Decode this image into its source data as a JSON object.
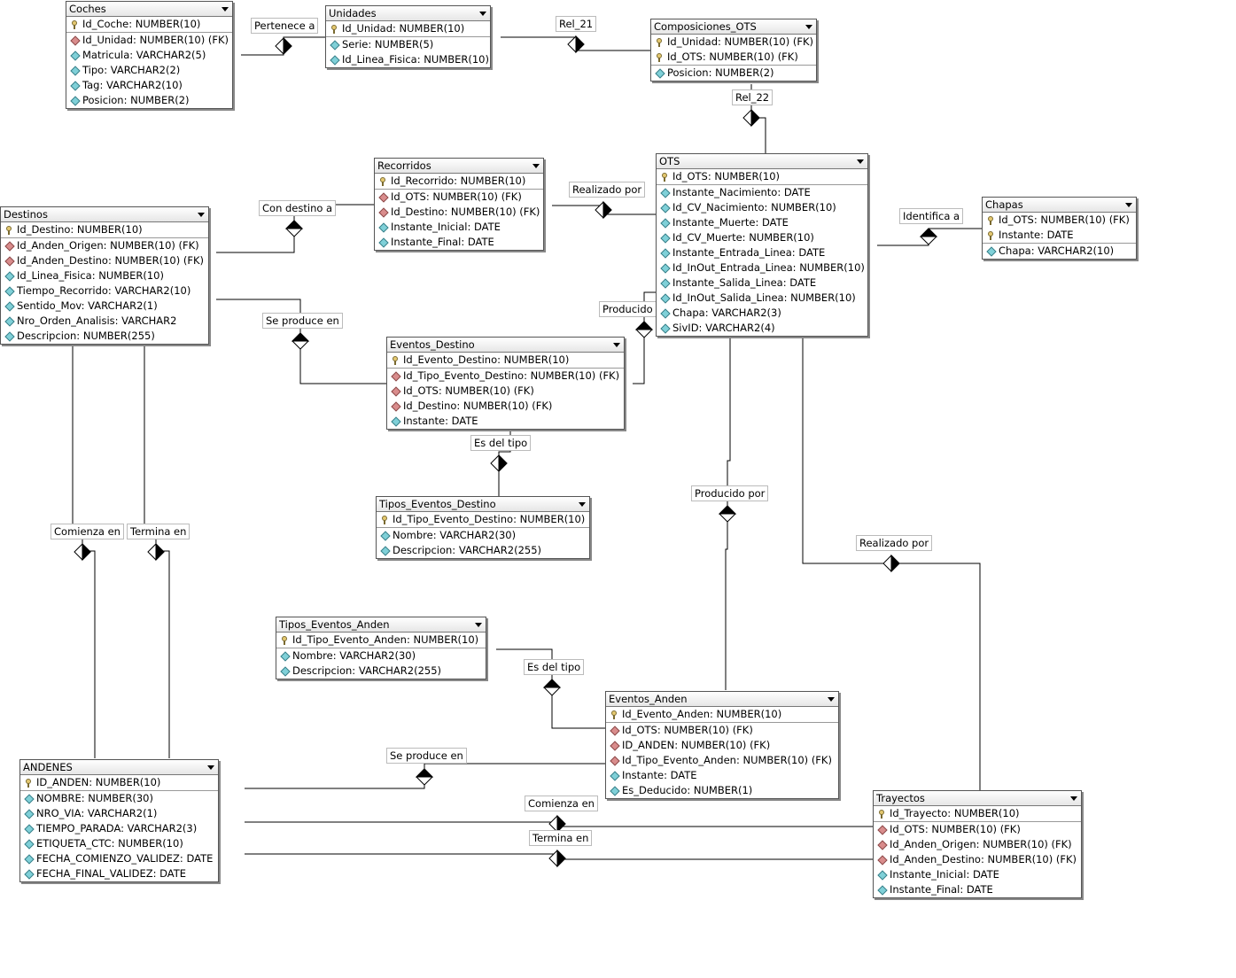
{
  "tables": {
    "coches": {
      "title": "Coches",
      "rows": [
        {
          "kind": "key",
          "text": "Id_Coche: NUMBER(10)"
        },
        {
          "kind": "fk",
          "text": "Id_Unidad: NUMBER(10) (FK)"
        },
        {
          "kind": "col",
          "text": "Matricula: VARCHAR2(5)"
        },
        {
          "kind": "col",
          "text": "Tipo: VARCHAR2(2)"
        },
        {
          "kind": "col",
          "text": "Tag: VARCHAR2(10)"
        },
        {
          "kind": "col",
          "text": "Posicion: NUMBER(2)"
        }
      ]
    },
    "unidades": {
      "title": "Unidades",
      "rows": [
        {
          "kind": "key",
          "text": "Id_Unidad: NUMBER(10)"
        },
        {
          "kind": "col",
          "text": "Serie: NUMBER(5)"
        },
        {
          "kind": "col",
          "text": "Id_Linea_Fisica: NUMBER(10)"
        }
      ]
    },
    "composiciones": {
      "title": "Composiciones_OTS",
      "rows": [
        {
          "kind": "key",
          "text": "Id_Unidad: NUMBER(10) (FK)"
        },
        {
          "kind": "key",
          "text": "Id_OTS: NUMBER(10) (FK)"
        },
        {
          "kind": "col",
          "text": "Posicion: NUMBER(2)"
        }
      ]
    },
    "recorridos": {
      "title": "Recorridos",
      "rows": [
        {
          "kind": "key",
          "text": "Id_Recorrido: NUMBER(10)"
        },
        {
          "kind": "fk",
          "text": "Id_OTS: NUMBER(10) (FK)"
        },
        {
          "kind": "fk",
          "text": "Id_Destino: NUMBER(10) (FK)"
        },
        {
          "kind": "col",
          "text": "Instante_Inicial: DATE"
        },
        {
          "kind": "col",
          "text": "Instante_Final: DATE"
        }
      ]
    },
    "ots": {
      "title": "OTS",
      "rows": [
        {
          "kind": "key",
          "text": "Id_OTS: NUMBER(10)"
        },
        {
          "kind": "col",
          "text": "Instante_Nacimiento: DATE"
        },
        {
          "kind": "col",
          "text": "Id_CV_Nacimiento: NUMBER(10)"
        },
        {
          "kind": "col",
          "text": "Instante_Muerte: DATE"
        },
        {
          "kind": "col",
          "text": "Id_CV_Muerte: NUMBER(10)"
        },
        {
          "kind": "col",
          "text": "Instante_Entrada_Linea: DATE"
        },
        {
          "kind": "col",
          "text": "Id_InOut_Entrada_Linea: NUMBER(10)"
        },
        {
          "kind": "col",
          "text": "Instante_Salida_Linea: DATE"
        },
        {
          "kind": "col",
          "text": "Id_InOut_Salida_Linea: NUMBER(10)"
        },
        {
          "kind": "col",
          "text": "Chapa: VARCHAR2(3)"
        },
        {
          "kind": "col",
          "text": "SivID: VARCHAR2(4)"
        }
      ]
    },
    "chapas": {
      "title": "Chapas",
      "rows": [
        {
          "kind": "key",
          "text": "Id_OTS: NUMBER(10) (FK)"
        },
        {
          "kind": "key",
          "text": "Instante: DATE"
        },
        {
          "kind": "col",
          "text": "Chapa: VARCHAR2(10)"
        }
      ]
    },
    "destinos": {
      "title": "Destinos",
      "rows": [
        {
          "kind": "key",
          "text": "Id_Destino: NUMBER(10)"
        },
        {
          "kind": "fk",
          "text": "Id_Anden_Origen: NUMBER(10) (FK)"
        },
        {
          "kind": "fk",
          "text": "Id_Anden_Destino: NUMBER(10) (FK)"
        },
        {
          "kind": "col",
          "text": "Id_Linea_Fisica: NUMBER(10)"
        },
        {
          "kind": "col",
          "text": "Tiempo_Recorrido: VARCHAR2(10)"
        },
        {
          "kind": "col",
          "text": "Sentido_Mov: VARCHAR2(1)"
        },
        {
          "kind": "col",
          "text": "Nro_Orden_Analisis: VARCHAR2"
        },
        {
          "kind": "col",
          "text": "Descripcion: NUMBER(255)"
        }
      ]
    },
    "eventos_destino": {
      "title": "Eventos_Destino",
      "rows": [
        {
          "kind": "key",
          "text": "Id_Evento_Destino: NUMBER(10)"
        },
        {
          "kind": "fk",
          "text": "Id_Tipo_Evento_Destino: NUMBER(10) (FK)"
        },
        {
          "kind": "fk",
          "text": "Id_OTS: NUMBER(10) (FK)"
        },
        {
          "kind": "fk",
          "text": "Id_Destino: NUMBER(10) (FK)"
        },
        {
          "kind": "col",
          "text": "Instante: DATE"
        }
      ]
    },
    "tipos_eventos_destino": {
      "title": "Tipos_Eventos_Destino",
      "rows": [
        {
          "kind": "key",
          "text": "Id_Tipo_Evento_Destino: NUMBER(10)"
        },
        {
          "kind": "col",
          "text": "Nombre: VARCHAR2(30)"
        },
        {
          "kind": "col",
          "text": "Descripcion: VARCHAR2(255)"
        }
      ]
    },
    "tipos_eventos_anden": {
      "title": "Tipos_Eventos_Anden",
      "rows": [
        {
          "kind": "key",
          "text": "Id_Tipo_Evento_Anden: NUMBER(10)"
        },
        {
          "kind": "col",
          "text": "Nombre: VARCHAR2(30)"
        },
        {
          "kind": "col",
          "text": "Descripcion: VARCHAR2(255)"
        }
      ]
    },
    "eventos_anden": {
      "title": "Eventos_Anden",
      "rows": [
        {
          "kind": "key",
          "text": "Id_Evento_Anden: NUMBER(10)"
        },
        {
          "kind": "fk",
          "text": "Id_OTS: NUMBER(10) (FK)"
        },
        {
          "kind": "fk",
          "text": "ID_ANDEN: NUMBER(10) (FK)"
        },
        {
          "kind": "fk",
          "text": "Id_Tipo_Evento_Anden: NUMBER(10) (FK)"
        },
        {
          "kind": "col",
          "text": "Instante: DATE"
        },
        {
          "kind": "col",
          "text": "Es_Deducido: NUMBER(1)"
        }
      ]
    },
    "andenes": {
      "title": "ANDENES",
      "rows": [
        {
          "kind": "key",
          "text": "ID_ANDEN: NUMBER(10)"
        },
        {
          "kind": "col",
          "text": "NOMBRE: NUMBER(30)"
        },
        {
          "kind": "col",
          "text": "NRO_VIA: VARCHAR2(1)"
        },
        {
          "kind": "col",
          "text": "TIEMPO_PARADA: VARCHAR2(3)"
        },
        {
          "kind": "col",
          "text": "ETIQUETA_CTC: NUMBER(10)"
        },
        {
          "kind": "col",
          "text": "FECHA_COMIENZO_VALIDEZ: DATE"
        },
        {
          "kind": "col",
          "text": "FECHA_FINAL_VALIDEZ: DATE"
        }
      ]
    },
    "trayectos": {
      "title": "Trayectos",
      "rows": [
        {
          "kind": "key",
          "text": "Id_Trayecto: NUMBER(10)"
        },
        {
          "kind": "fk",
          "text": "Id_OTS: NUMBER(10) (FK)"
        },
        {
          "kind": "fk",
          "text": "Id_Anden_Origen: NUMBER(10) (FK)"
        },
        {
          "kind": "fk",
          "text": "Id_Anden_Destino: NUMBER(10) (FK)"
        },
        {
          "kind": "col",
          "text": "Instante_Inicial: DATE"
        },
        {
          "kind": "col",
          "text": "Instante_Final: DATE"
        }
      ]
    }
  },
  "relations": {
    "pertenece_a": "Pertenece a",
    "rel_21": "Rel_21",
    "rel_22": "Rel_22",
    "con_destino_a": "Con destino a",
    "realizado_por_1": "Realizado por",
    "identifica_a": "Identifica a",
    "se_produce_en_1": "Se produce en",
    "producido_por_1": "Producido p",
    "es_del_tipo_1": "Es del tipo",
    "producido_por_2": "Producido por",
    "comienza_en_1": "Comienza en",
    "termina_en_1": "Termina en",
    "realizado_por_2": "Realizado por",
    "es_del_tipo_2": "Es del tipo",
    "se_produce_en_2": "Se produce en",
    "comienza_en_2": "Comienza en",
    "termina_en_2": "Termina en"
  }
}
